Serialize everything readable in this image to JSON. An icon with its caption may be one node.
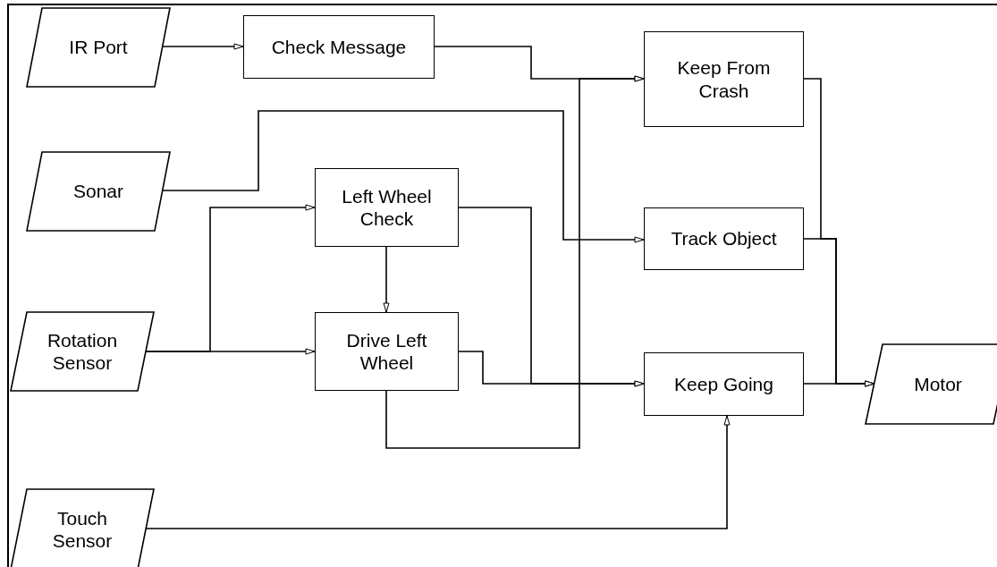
{
  "diagram": {
    "nodes": [
      {
        "text": [
          "IR Port"
        ]
      },
      {
        "text": [
          "Check Message"
        ]
      },
      {
        "text": [
          "Keep From Crash"
        ]
      },
      {
        "text": [
          "Sonar"
        ]
      },
      {
        "text": [
          "Left Wheel Check"
        ]
      },
      {
        "text": [
          "Track Object"
        ]
      },
      {
        "text": [
          "Rotation Sensor"
        ]
      },
      {
        "text": [
          "Drive Left Wheel"
        ]
      },
      {
        "text": [
          "Keep Going"
        ]
      },
      {
        "text": [
          "Motor"
        ]
      },
      {
        "text": [
          "Touch Sensor"
        ]
      }
    ],
    "edges": [
      {
        "from": 0,
        "to": 1,
        "arrow": "to"
      },
      {
        "from": 1,
        "to": 2,
        "arrow": "to"
      },
      {
        "from": 7,
        "to": 2,
        "arrow": "to"
      },
      {
        "from": 3,
        "to": 5,
        "arrow": "to"
      },
      {
        "from": 6,
        "to": 7,
        "arrow": "to"
      },
      {
        "from": 6,
        "to": 4,
        "arrow": "to"
      },
      {
        "from": 4,
        "to": 7,
        "arrow": "to"
      },
      {
        "from": 4,
        "to": 8,
        "arrow": "to"
      },
      {
        "from": 7,
        "to": 8,
        "arrow": "to"
      },
      {
        "from": 2,
        "to": 9,
        "arrow": "to"
      },
      {
        "from": 5,
        "to": 9,
        "arrow": "to"
      },
      {
        "from": 8,
        "to": 9,
        "arrow": "to"
      },
      {
        "from": 10,
        "to": 8,
        "arrow": "to"
      }
    ]
  }
}
